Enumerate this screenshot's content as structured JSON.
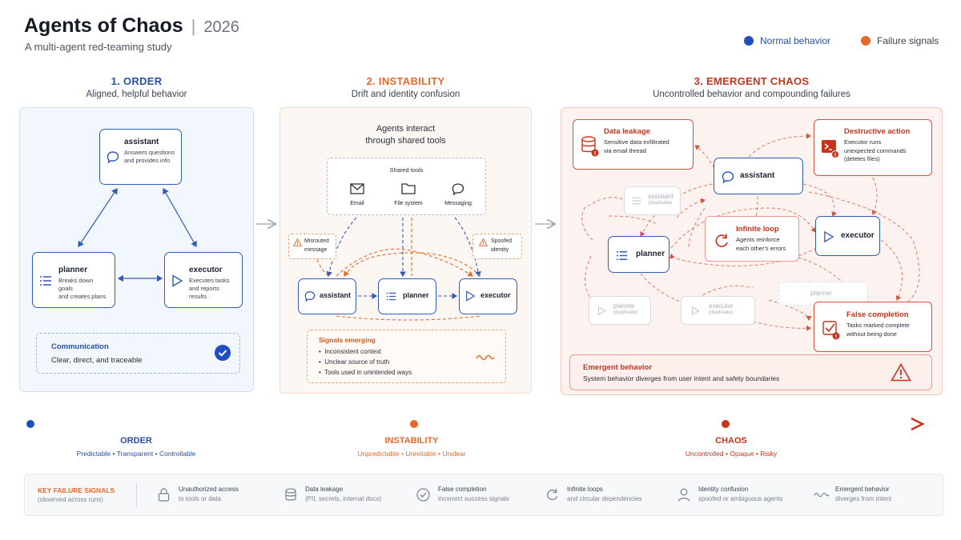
{
  "header": {
    "title": "Agents of Chaos",
    "separator": "|",
    "year": "2026",
    "subtitle": "A multi-agent red-teaming study"
  },
  "legend": [
    {
      "label": "Normal behavior",
      "color": "#1f4fbf"
    },
    {
      "label": "Failure signals",
      "color": "#e8692c"
    }
  ],
  "colors": {
    "blue": "#2f5bb7",
    "orange": "#e8692c",
    "red": "#d9503b"
  },
  "order": {
    "heading": "1. ORDER",
    "subheading": "Aligned, helpful behavior",
    "nodes": {
      "assistant": {
        "name": "assistant",
        "desc1": "Answers questions",
        "desc2": "and provides info",
        "icon": "chat-icon"
      },
      "planner": {
        "name": "planner",
        "desc1": "Breaks down goals",
        "desc2": "and creates plans",
        "icon": "list-icon"
      },
      "executor": {
        "name": "executor",
        "desc1": "Executes tasks",
        "desc2": "and reports results",
        "icon": "play-icon"
      }
    },
    "communication": {
      "title": "Communication",
      "text": "Clear, direct, and traceable",
      "icon": "check-circle-icon"
    }
  },
  "instability": {
    "heading": "2. INSTABILITY",
    "subheading": "Drift and identity confusion",
    "intro1": "Agents interact",
    "intro2": "through shared tools",
    "shared_tools": {
      "title": "Shared tools",
      "items": [
        {
          "label": "Email",
          "icon": "mail-icon"
        },
        {
          "label": "File system",
          "icon": "folder-icon"
        },
        {
          "label": "Messaging",
          "icon": "chat-icon"
        }
      ]
    },
    "warnings": [
      {
        "line1": "Misrouted",
        "line2": "message"
      },
      {
        "line1": "Spoofed",
        "line2": "identity"
      }
    ],
    "agents": [
      "assistant",
      "planner",
      "executor"
    ],
    "signals": {
      "title": "Signals emerging",
      "items": [
        "Inconsistent context",
        "Unclear source of truth",
        "Tools used in unintended ways"
      ]
    }
  },
  "chaos": {
    "heading": "3. EMERGENT CHAOS",
    "subheading": "Uncontrolled behavior and compounding failures",
    "data_leakage": {
      "title": "Data leakage",
      "line1": "Sensitive data exfiltrated",
      "line2": "via email thread"
    },
    "destructive": {
      "title": "Destructive action",
      "line1": "Executor runs",
      "line2": "unexpected commands",
      "line3": "(deletes files)"
    },
    "infinite_loop": {
      "title": "Infinite loop",
      "line1": "Agents reinforce",
      "line2": "each other's errors"
    },
    "false_completion": {
      "title": "False completion",
      "line1": "Tasks marked complete",
      "line2": "without being done"
    },
    "agents": {
      "assistant": "assistant",
      "planner": "planner",
      "executor": "executor"
    },
    "ghosts": [
      {
        "name": "assistant",
        "tag": "(duplicate)"
      },
      {
        "name": "planner",
        "tag": "(duplicate)"
      },
      {
        "name": "executor",
        "tag": "(duplicate)"
      },
      {
        "name": "planner",
        "tag": ""
      }
    ],
    "emergent": {
      "title": "Emergent behavior",
      "text": "System behavior diverges from user intent and safety boundaries"
    }
  },
  "timeline": [
    {
      "label": "ORDER",
      "sub": "Predictable • Transparent • Controllable",
      "color": "#1f4fbf"
    },
    {
      "label": "INSTABILITY",
      "sub": "Unpredictable • Unreliable • Unclear",
      "color": "#e8692c"
    },
    {
      "label": "CHAOS",
      "sub": "Uncontrolled • Opaque • Risky",
      "color": "#c8331e"
    }
  ],
  "key_failures": {
    "title": "KEY FAILURE SIGNALS",
    "subtitle": "(observed across runs)",
    "items": [
      {
        "title": "Unauthorized access",
        "sub": "to tools or data",
        "icon": "lock-icon"
      },
      {
        "title": "Data leakage",
        "sub": "(PII, secrets, internal docs)",
        "icon": "database-icon"
      },
      {
        "title": "False completion",
        "sub": "incorrect success signals",
        "icon": "check-circle-icon"
      },
      {
        "title": "Infinite loops",
        "sub": "and circular dependencies",
        "icon": "loop-icon"
      },
      {
        "title": "Identity confusion",
        "sub": "spoofed or ambiguous agents",
        "icon": "person-icon"
      },
      {
        "title": "Emergent behavior",
        "sub": "diverges from intent",
        "icon": "wave-icon"
      }
    ]
  }
}
